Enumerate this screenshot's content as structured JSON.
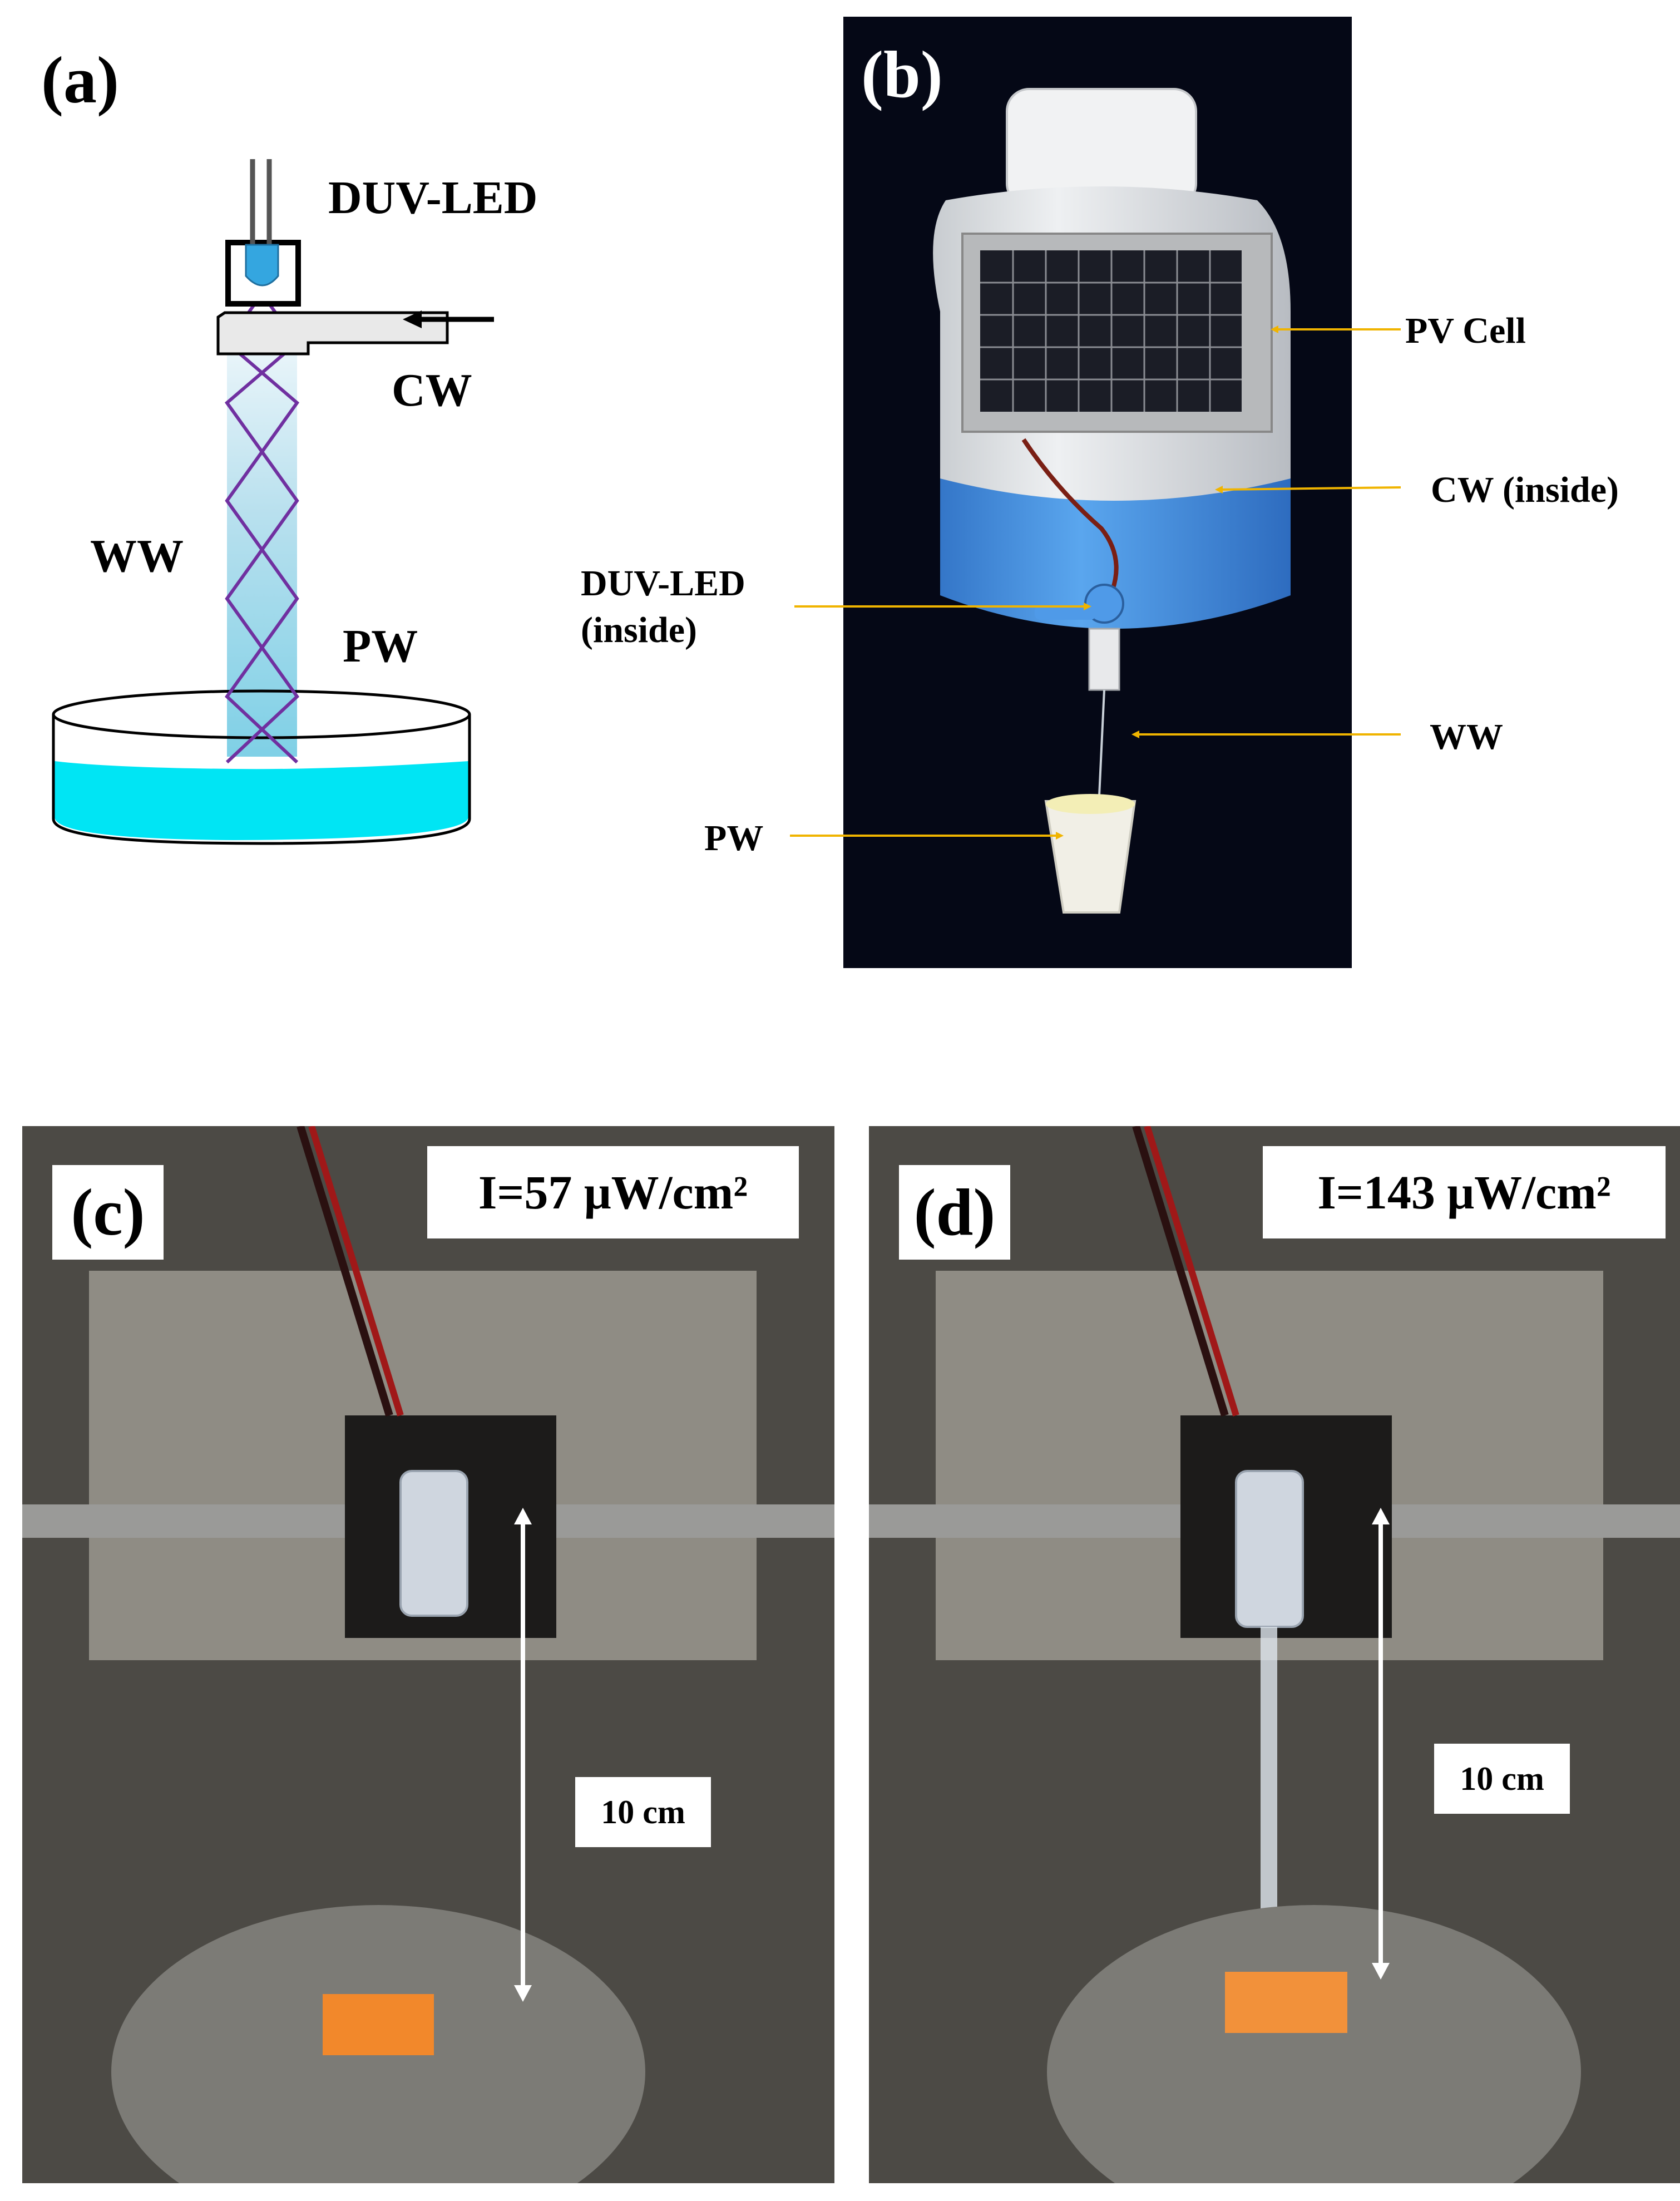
{
  "panels": {
    "a": {
      "letter": "(a)",
      "labels": {
        "led": "DUV-LED",
        "cw": "CW",
        "ww": "WW",
        "pw": "PW"
      },
      "colors": {
        "beam": "#a9dbe9",
        "water": "#00e5f4",
        "zigzag": "#7030a0",
        "led": "#34a6e0"
      }
    },
    "b": {
      "letter": "(b)",
      "labels": {
        "pv_cell": "PV Cell",
        "cw_inside": "CW (inside)",
        "duv_led_line1": "DUV-LED",
        "duv_led_line2": "(inside)",
        "ww": "WW",
        "pw": "PW"
      },
      "colors": {
        "background": "#050816",
        "base": "#3f8fe0",
        "leader": "#f0b400"
      }
    },
    "c": {
      "letter": "(c)",
      "intensity": "I=57 μW/cm²",
      "distance": "10 cm"
    },
    "d": {
      "letter": "(d)",
      "intensity": "I=143 μW/cm²",
      "distance": "10 cm"
    }
  }
}
